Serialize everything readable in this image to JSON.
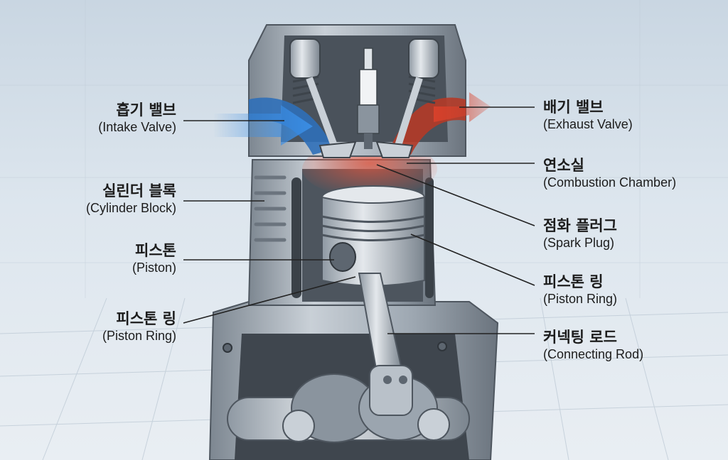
{
  "colors": {
    "intake_flow": "#3a8ee6",
    "exhaust_flow": "#d9412b",
    "combustion_glow": "#e8553c",
    "metal_dark": "#5d6670",
    "metal_mid": "#9aa4ae",
    "metal_light": "#d7dde3",
    "leader_line": "#222222"
  },
  "labels": {
    "intake_valve": {
      "ko": "흡기 밸브",
      "en": "(Intake Valve)"
    },
    "cylinder_block": {
      "ko": "실린더 블록",
      "en": "(Cylinder Block)"
    },
    "piston": {
      "ko": "피스톤",
      "en": "(Piston)"
    },
    "piston_ring_left": {
      "ko": "피스톤 링",
      "en": "(Piston Ring)"
    },
    "exhaust_valve": {
      "ko": "배기 밸브",
      "en": "(Exhaust Valve)"
    },
    "combustion_chamber": {
      "ko": "연소실",
      "en": "(Combustion Chamber)"
    },
    "spark_plug": {
      "ko": "점화 플러그",
      "en": "(Spark Plug)"
    },
    "piston_ring_right": {
      "ko": "피스톤 링",
      "en": "(Piston Ring)"
    },
    "connecting_rod": {
      "ko": "커넥팅 로드",
      "en": "(Connecting Rod)"
    }
  }
}
